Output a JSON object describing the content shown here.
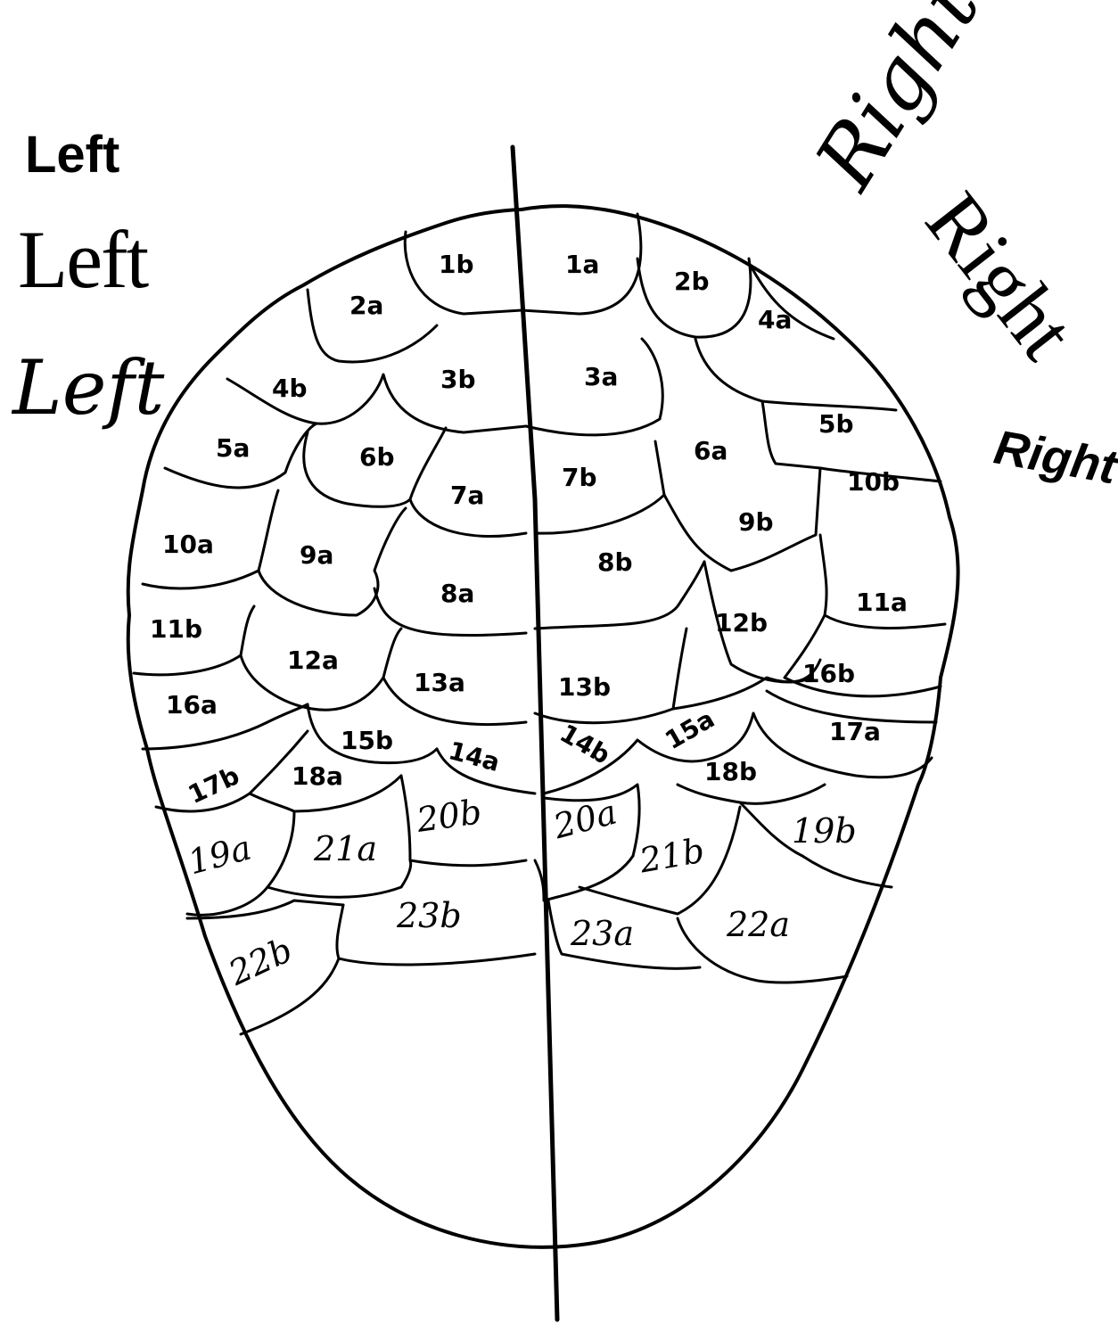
{
  "side_labels": {
    "left_bold": "Left",
    "left_gothic": "Left",
    "left_script": "Left",
    "right_script": "Right",
    "right_gothic": "Right",
    "right_bold": "Right"
  },
  "segment_labels": {
    "1a": "1a",
    "1b": "1b",
    "2a": "2a",
    "2b": "2b",
    "3a": "3a",
    "3b": "3b",
    "4a": "4a",
    "4b": "4b",
    "5a": "5a",
    "5b": "5b",
    "6a": "6a",
    "6b": "6b",
    "7a": "7a",
    "7b": "7b",
    "8a": "8a",
    "8b": "8b",
    "9a": "9a",
    "9b": "9b",
    "10a": "10a",
    "10b": "10b",
    "11a": "11a",
    "11b": "11b",
    "12a": "12a",
    "12b": "12b",
    "13a": "13a",
    "13b": "13b",
    "14a": "14a",
    "14b": "14b",
    "15a": "15a",
    "15b": "15b",
    "16a": "16a",
    "16b": "16b",
    "17a": "17a",
    "17b": "17b",
    "18a": "18a",
    "18b": "18b",
    "19a": "19a",
    "19b": "19b",
    "20a": "20a",
    "20b": "20b",
    "21a": "21a",
    "21b": "21b",
    "22a": "22a",
    "22b": "22b",
    "23a": "23a",
    "23b": "23b"
  },
  "colors": {
    "ink": "#000000",
    "paper": "#ffffff"
  }
}
